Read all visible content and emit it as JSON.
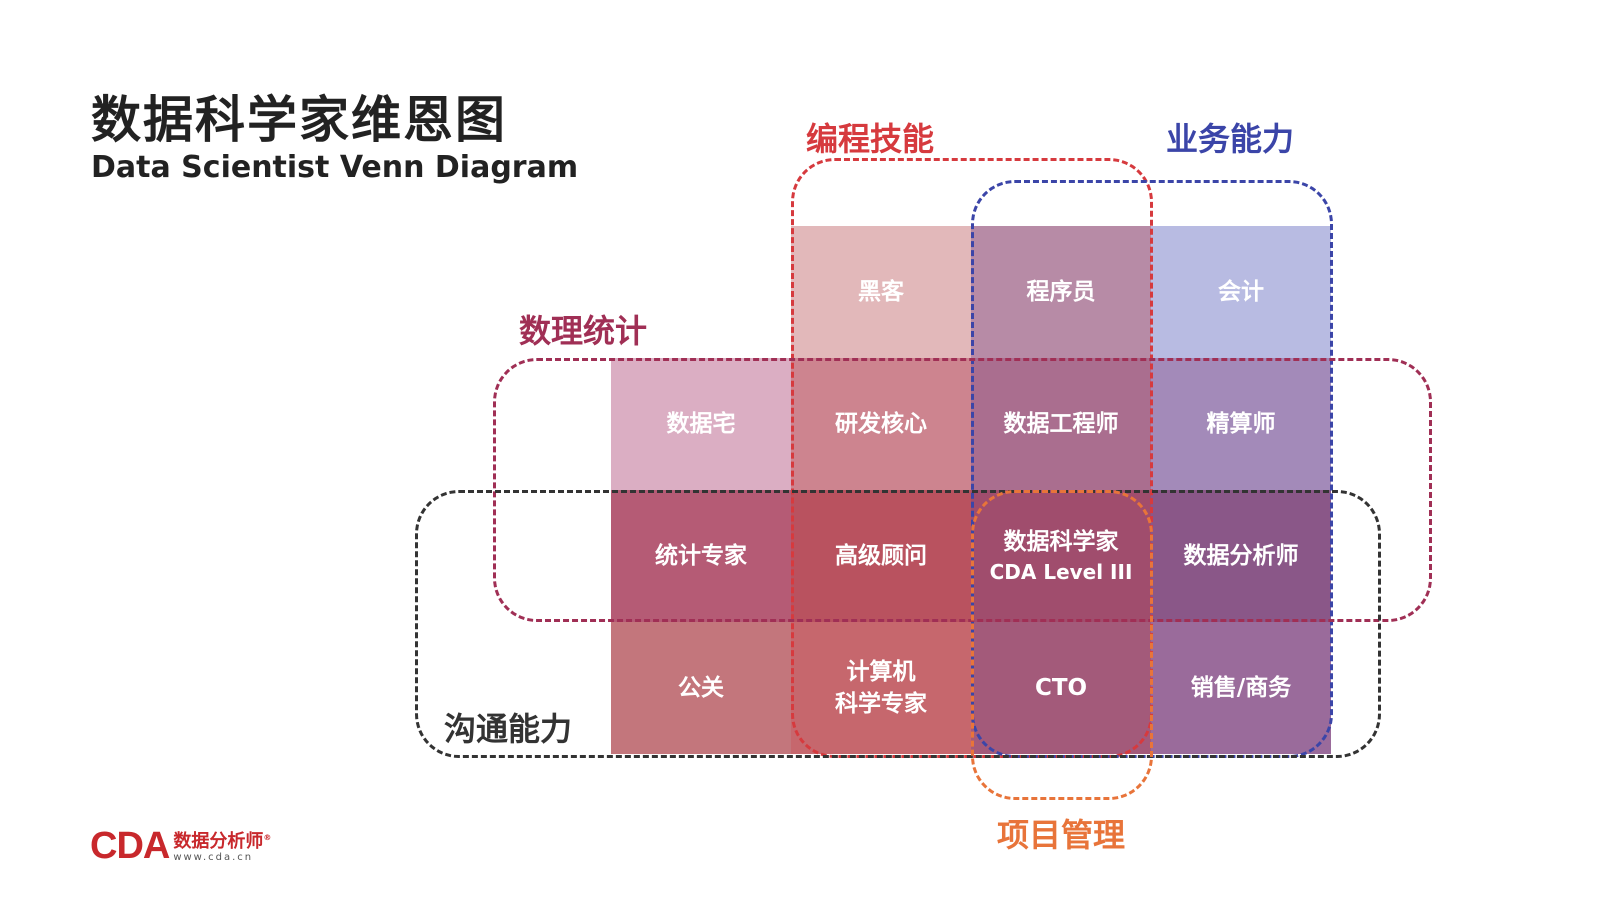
{
  "title": {
    "cn": "数据科学家维恩图",
    "en": "Data Scientist Venn Diagram"
  },
  "sets": {
    "programming": {
      "label": "编程技能",
      "color": "#d63a3e"
    },
    "business": {
      "label": "业务能力",
      "color": "#3b45a8"
    },
    "math_stats": {
      "label": "数理统计",
      "color": "#a02f55"
    },
    "communication": {
      "label": "沟通能力",
      "color": "#333333"
    },
    "project_mgmt": {
      "label": "项目管理",
      "color": "#e8743a"
    }
  },
  "cells": {
    "hacker": {
      "label": "黑客",
      "color": "#e2b8ba"
    },
    "programmer": {
      "label": "程序员",
      "color": "#b78ba6"
    },
    "accountant": {
      "label": "会计",
      "color": "#b8bbe2"
    },
    "data_nerd": {
      "label": "数据宅",
      "color": "#dbaec3"
    },
    "dev_core": {
      "label": "研发核心",
      "color": "#cd848f"
    },
    "data_engineer": {
      "label": "数据工程师",
      "color": "#aa6e8f"
    },
    "actuary": {
      "label": "精算师",
      "color": "#a38ab9"
    },
    "statistician": {
      "label": "统计专家",
      "color": "#b55b75"
    },
    "senior_consultant": {
      "label": "高级顾问",
      "color": "#b9525f"
    },
    "data_scientist": {
      "label": "数据科学家",
      "sub": "CDA Level III",
      "color": "#a04d6d"
    },
    "data_analyst": {
      "label": "数据分析师",
      "color": "#8a5788"
    },
    "pr": {
      "label": "公关",
      "color": "#c3767c"
    },
    "computer_scientist": {
      "line1": "计算机",
      "line2": "科学专家",
      "color": "#c6676d"
    },
    "cto": {
      "label": "CTO",
      "color": "#a35a7a"
    },
    "sales": {
      "label": "销售/商务",
      "color": "#9a6b9b"
    }
  },
  "logo": {
    "mark": "CDA",
    "cn": "数据分析师",
    "reg": "®",
    "url": "www.cda.cn"
  }
}
